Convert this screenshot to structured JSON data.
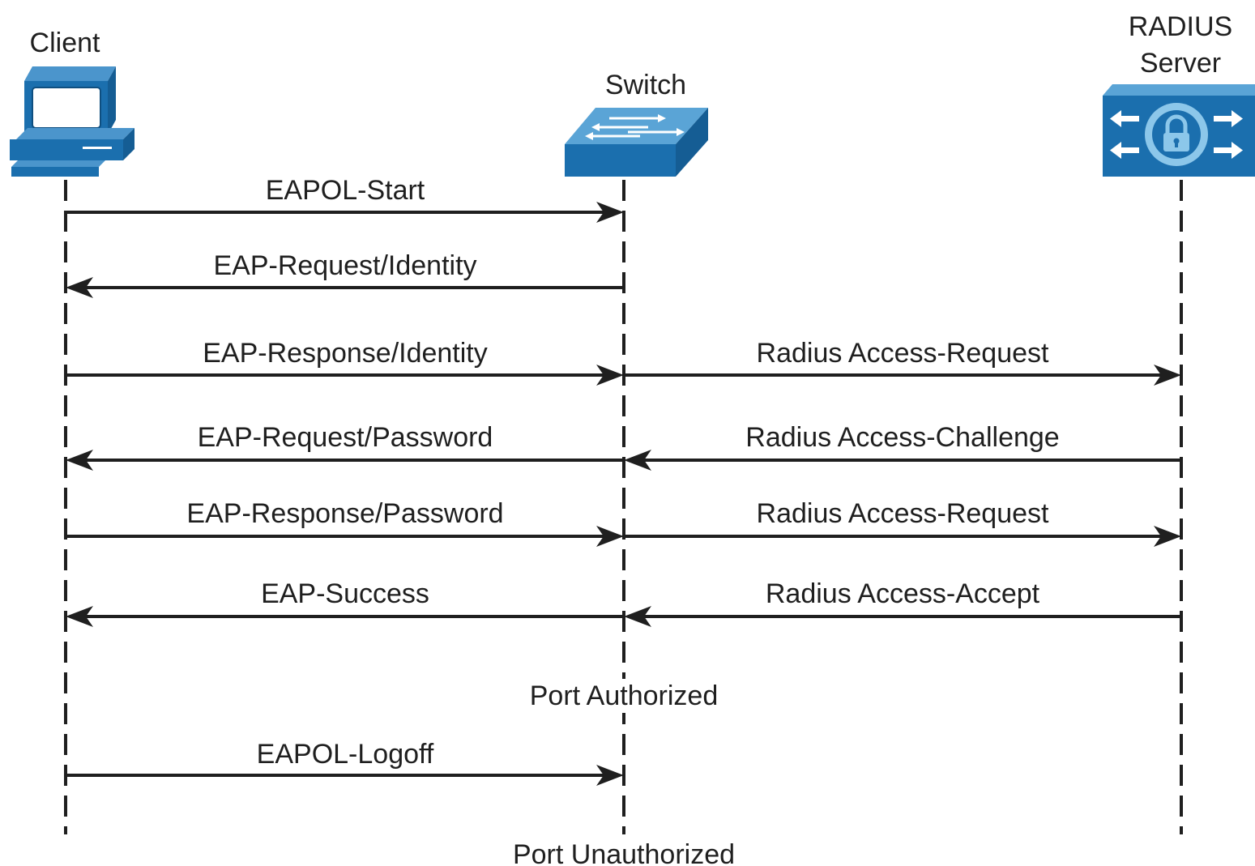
{
  "participants": {
    "client": {
      "label": "Client",
      "icon": "computer-icon"
    },
    "switch": {
      "label": "Switch",
      "icon": "switch-icon"
    },
    "radius": {
      "label_line1": "RADIUS",
      "label_line2": "Server",
      "icon": "radius-server-icon"
    }
  },
  "messages": {
    "eapol_start": "EAPOL-Start",
    "eap_request_identity": "EAP-Request/Identity",
    "eap_response_identity": "EAP-Response/Identity",
    "radius_access_request_1": "Radius Access-Request",
    "eap_request_password": "EAP-Request/Password",
    "radius_access_challenge": "Radius Access-Challenge",
    "eap_response_password": "EAP-Response/Password",
    "radius_access_request_2": "Radius Access-Request",
    "eap_success": "EAP-Success",
    "radius_access_accept": "Radius Access-Accept",
    "eapol_logoff": "EAPOL-Logoff"
  },
  "states": {
    "port_authorized": "Port Authorized",
    "port_unauthorized": "Port Unauthorized"
  },
  "colors": {
    "icon_blue": "#1b6fae",
    "icon_light": "#8cc7ea",
    "line": "#1f1f1f"
  }
}
